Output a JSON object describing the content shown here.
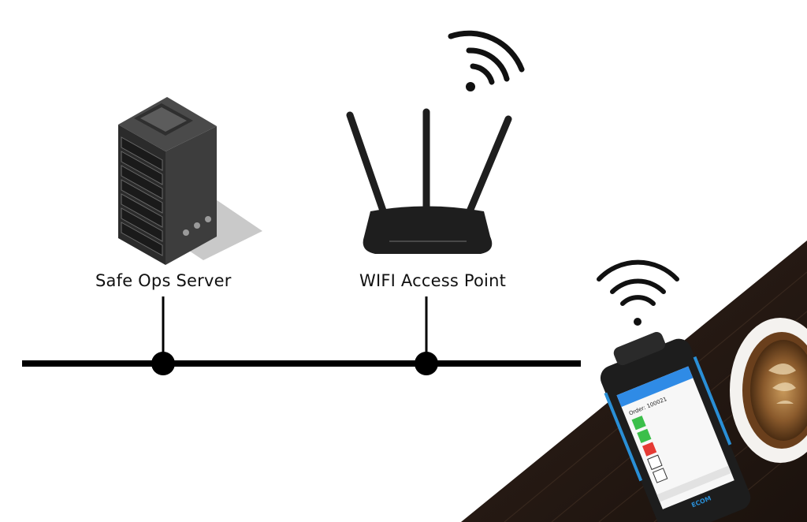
{
  "nodes": {
    "server": {
      "label": "Safe Ops Server"
    },
    "access_point": {
      "label": "WIFI Access Point"
    }
  },
  "device": {
    "brand": "ECOM",
    "order_label": "Order: 100021",
    "checklist": [
      {
        "status": "done",
        "color": "#3bbf4a"
      },
      {
        "status": "done",
        "color": "#3bbf4a"
      },
      {
        "status": "failed",
        "color": "#e53a34"
      },
      {
        "status": "pending",
        "color": "#ffffff"
      },
      {
        "status": "pending",
        "color": "#ffffff"
      }
    ],
    "app_bar_color": "#2f8be6"
  },
  "colors": {
    "network_line": "#000000",
    "table": "#2a1c15",
    "hardware": "#1e1e1e"
  },
  "icons": [
    "server-icon",
    "router-icon",
    "wifi-signal-icon",
    "handheld-device-icon",
    "coffee-cup-icon"
  ]
}
